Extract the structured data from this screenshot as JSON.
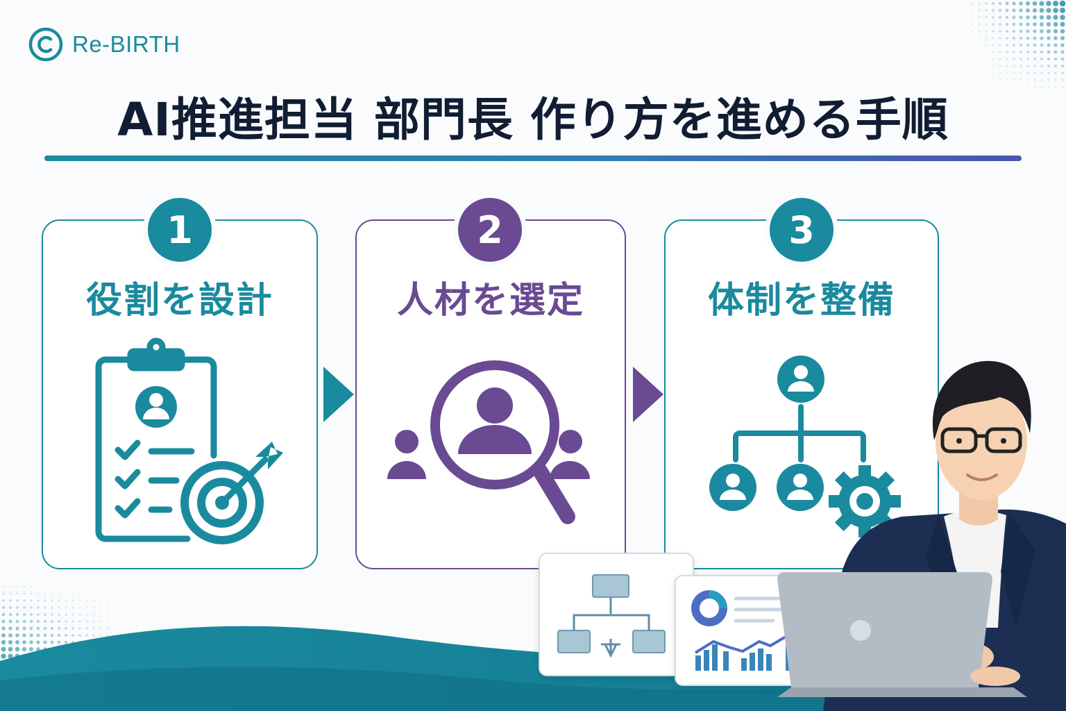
{
  "logo": {
    "text": "Re-BIRTH",
    "mark_icon": "copyright-circle-icon"
  },
  "title": "AI推進担当 部門長 作り方を進める手順",
  "colors": {
    "teal": "#1a8a9e",
    "purple": "#6a4a93",
    "navy": "#111d33"
  },
  "steps": [
    {
      "number": "1",
      "label": "役割を設計",
      "icon": "clipboard-target-icon"
    },
    {
      "number": "2",
      "label": "人材を選定",
      "icon": "magnifier-people-icon"
    },
    {
      "number": "3",
      "label": "体制を整備",
      "icon": "org-chart-gear-icon"
    }
  ],
  "decor": {
    "panel_left_icon": "flowchart-icon",
    "panel_right_icon": "dashboard-chart-icon",
    "person": "man-with-laptop-illustration"
  }
}
